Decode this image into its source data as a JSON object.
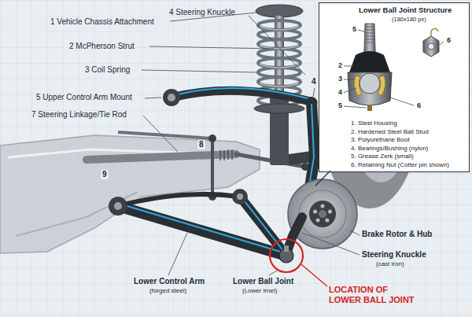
{
  "diagram": {
    "nodes": [
      {
        "text": [
          "Lower Ball Joint Structure",
          "(180x180 px)",
          "1. Steel Housing",
          "2. Hardened Steel Ball Stud",
          "3. Polyurethane Boot",
          "4. Bearings/Bushing (nylon)",
          "5. Grease Zerk (small)",
          "6. Retaining Nut (Cotter pin shown)"
        ]
      }
    ],
    "labels": [
      "1 Vehicle Chassis Attachment",
      "2 McPherson Strut",
      "3 Coil Spring",
      "4 Steering Knuckle",
      "5 Upper Control Arm Mount",
      "7 Steering Linkage/Tie Rod",
      "4",
      "8",
      "9",
      "Brake Rotor & Hub",
      "Steering Knuckle",
      "(cast iron)",
      "Lower Control Arm",
      "(forged steel)",
      "Lower Ball Joint",
      "(Lower lrnel)",
      "LOCATION OF LOWER BALL JOINT",
      "5",
      "6",
      "2",
      "3",
      "4",
      "5",
      "6"
    ]
  }
}
